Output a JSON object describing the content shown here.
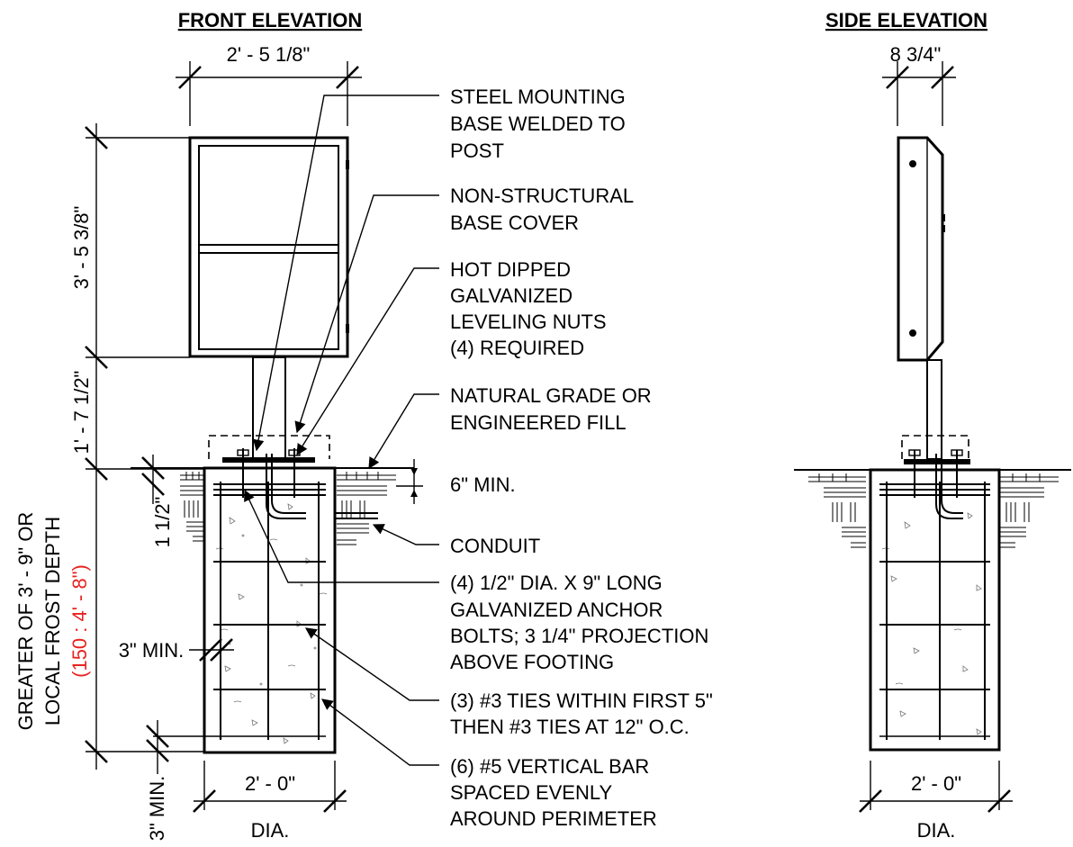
{
  "front": {
    "title": "FRONT ELEVATION",
    "dim_width": "2' - 5 1/8\"",
    "dim_cabinet_height": "3' - 5 3/8\"",
    "dim_post_height": "1' - 7 1/2\"",
    "dim_depth_line1": "GREATER OF 3' - 9\" OR",
    "dim_depth_line2": "LOCAL FROST DEPTH",
    "dim_depth_metric": "(150 : 4' - 8\")",
    "dim_top_clear": "1 1/2\"",
    "dim_side_clear": "3\" MIN.",
    "dim_bottom_clear": "3\" MIN.",
    "dim_footing_dia": "2' - 0\"",
    "dim_dia": "DIA.",
    "dim_grade": "6\" MIN."
  },
  "side": {
    "title": "SIDE ELEVATION",
    "dim_depth": "8 3/4\"",
    "dim_footing_dia": "2' - 0\"",
    "dim_dia": "DIA."
  },
  "callouts": {
    "mounting_base": [
      "STEEL MOUNTING",
      "BASE WELDED TO",
      "POST"
    ],
    "base_cover": [
      "NON-STRUCTURAL",
      "BASE COVER"
    ],
    "leveling_nuts": [
      "HOT DIPPED",
      "GALVANIZED",
      "LEVELING NUTS",
      "(4) REQUIRED"
    ],
    "grade": [
      "NATURAL GRADE OR",
      "ENGINEERED FILL"
    ],
    "conduit": [
      "CONDUIT"
    ],
    "anchor_bolts": [
      "(4) 1/2\" DIA. X 9\" LONG",
      "GALVANIZED ANCHOR",
      "BOLTS; 3 1/4\" PROJECTION",
      "ABOVE FOOTING"
    ],
    "ties": [
      "(3) #3 TIES WITHIN FIRST 5\"",
      "THEN #3 TIES AT 12\" O.C."
    ],
    "vertical_bars": [
      "(6) #5 VERTICAL BAR",
      "SPACED EVENLY",
      "AROUND PERIMETER"
    ]
  },
  "colors": {
    "ink": "#000000",
    "metric": "#e8231f"
  }
}
